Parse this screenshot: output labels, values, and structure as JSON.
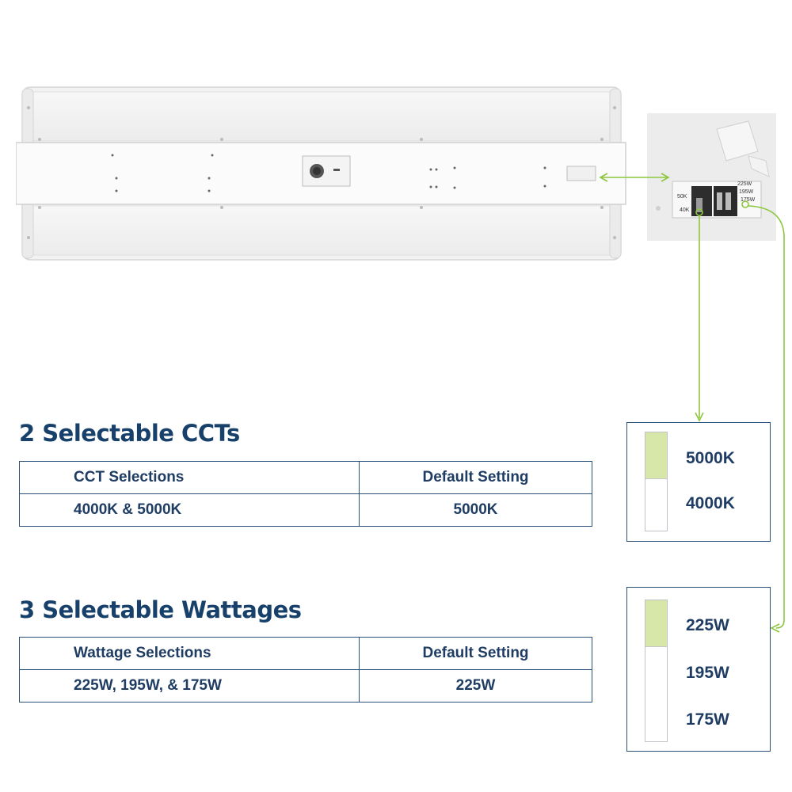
{
  "colors": {
    "heading": "#17416b",
    "table_border": "#2a4f78",
    "switch_on": "#d7e7a9",
    "connector": "#8dc63f"
  },
  "product_photo": {
    "closeup": {
      "cct_labels": [
        "50K",
        "40K"
      ],
      "wattage_labels": [
        "225W",
        "195W",
        "175W"
      ]
    }
  },
  "cct_section": {
    "heading": "2 Selectable CCTs",
    "columns": [
      "CCT Selections",
      "Default Setting"
    ],
    "row": [
      "4000K & 5000K",
      "5000K"
    ]
  },
  "wattage_section": {
    "heading": "3 Selectable Wattages",
    "columns": [
      "Wattage Selections",
      "Default Setting"
    ],
    "row": [
      "225W, 195W, & 175W",
      "225W"
    ]
  },
  "cct_switch": {
    "labels": [
      "5000K",
      "4000K"
    ],
    "selected": "5000K"
  },
  "wattage_switch": {
    "labels": [
      "225W",
      "195W",
      "175W"
    ],
    "selected": "225W"
  }
}
